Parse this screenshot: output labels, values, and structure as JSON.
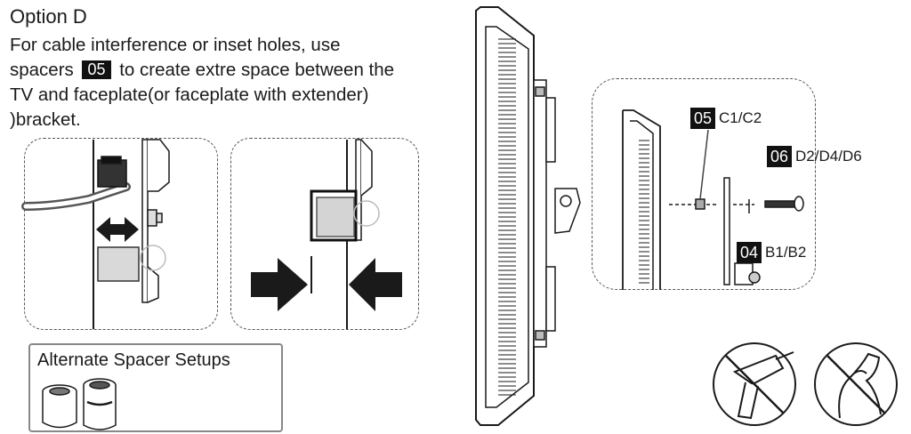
{
  "option": {
    "title": "Option D"
  },
  "instructions": {
    "line1": "For cable interference or inset holes, use",
    "line2_before": "spacers",
    "line2_tag": "05",
    "line2_after": "to create extre space between the",
    "line3": "TV and faceplate(or faceplate with extender)",
    "line4": ")bracket."
  },
  "alternate": {
    "title": "Alternate Spacer Setups"
  },
  "callouts": [
    {
      "num": "05",
      "label": "C1/C2"
    },
    {
      "num": "06",
      "label": "D2/D4/D6"
    },
    {
      "num": "04",
      "label": "B1/B2"
    }
  ],
  "warnings": [
    "no-power-drill-icon",
    "no-overtighten-icon"
  ]
}
